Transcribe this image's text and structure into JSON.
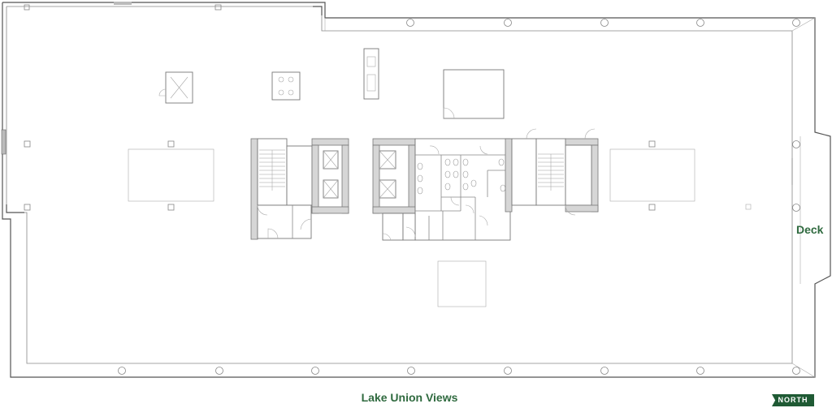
{
  "labels": {
    "deck": "Deck",
    "views": "Lake Union Views",
    "north": "NORTH"
  },
  "colors": {
    "accent": "#2f6a3f",
    "north_badge": "#1f5a34",
    "walls": "#555555",
    "core_fill": "#d6d6d6"
  }
}
